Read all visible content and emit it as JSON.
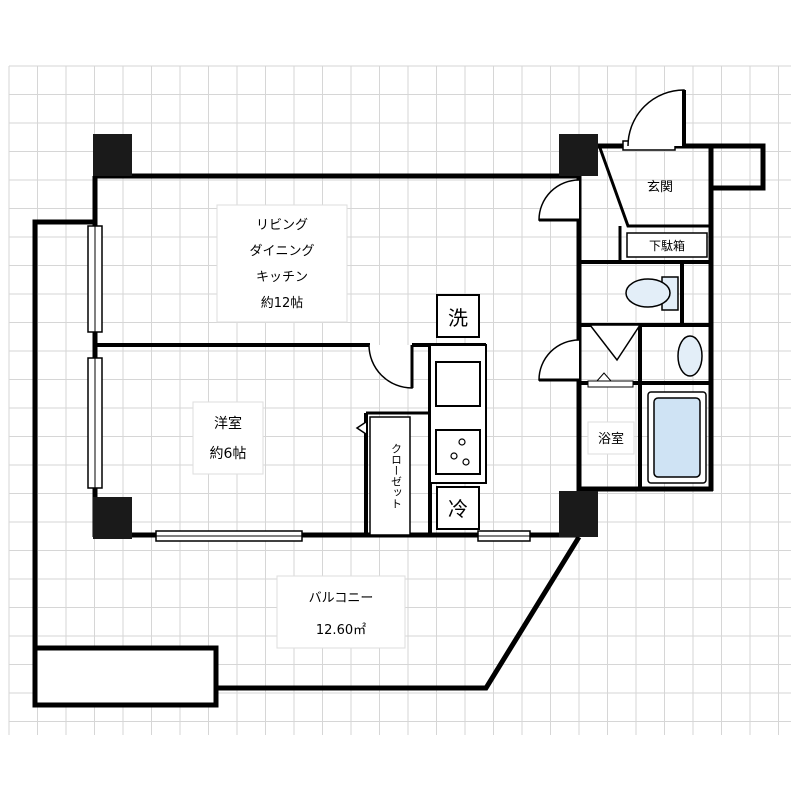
{
  "rooms": {
    "ldk": {
      "line1": "リビング",
      "line2": "ダイニング",
      "line3": "キッチン",
      "size": "約12帖"
    },
    "western": {
      "name": "洋室",
      "size": "約6帖"
    },
    "entrance": {
      "name": "玄関"
    },
    "shoe_box": {
      "name": "下駄箱"
    },
    "bathroom": {
      "name": "浴室"
    },
    "closet": {
      "name": "クローゼット"
    },
    "balcony": {
      "name": "バルコニー",
      "area": "12.60㎡"
    }
  },
  "fixtures": {
    "washer": "洗",
    "fridge": "冷"
  },
  "colors": {
    "grid": "#d6d6d6",
    "wall": "#000000",
    "column": "#1a1a1a",
    "bathtub": "#cfe3f4",
    "fixture_fill": "#e3eef8"
  }
}
